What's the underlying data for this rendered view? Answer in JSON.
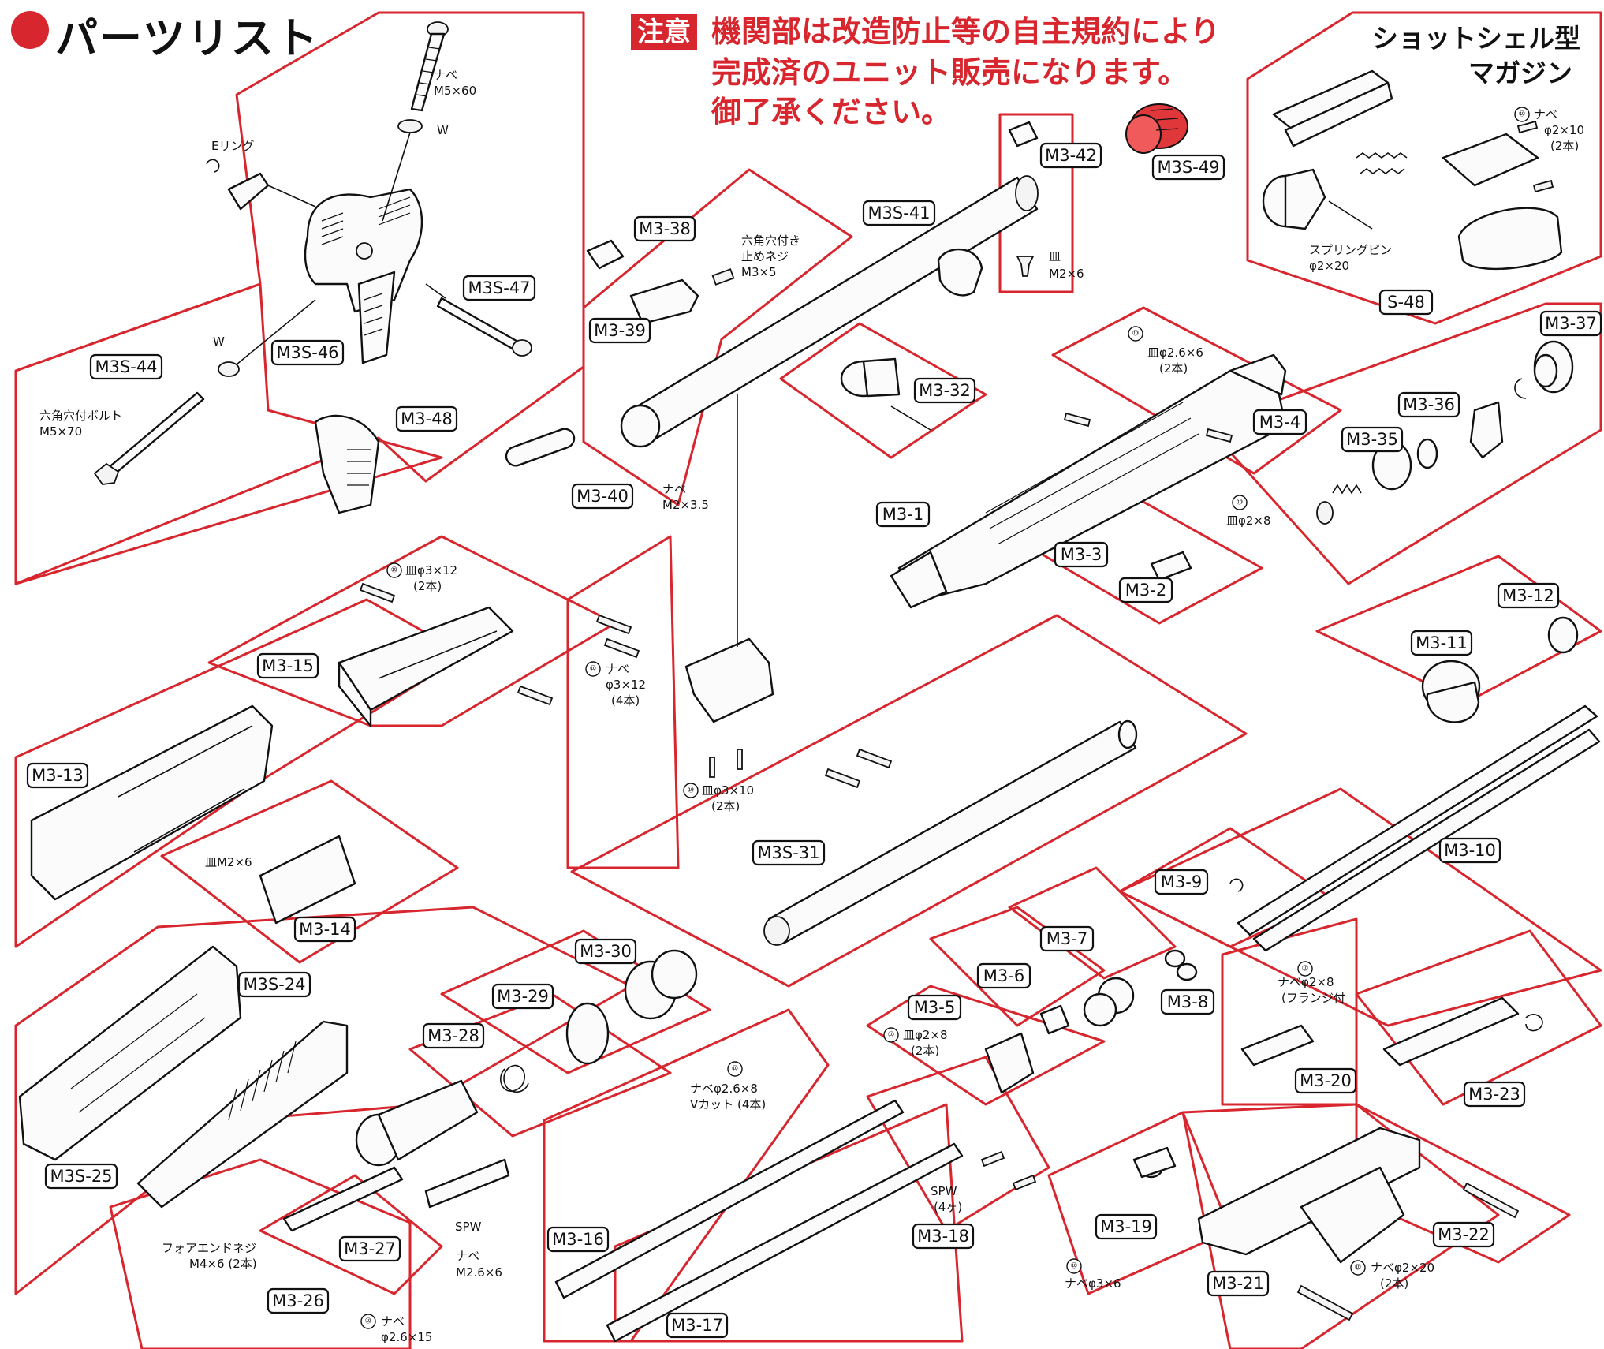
{
  "header": {
    "bullet_color": "#d8262e",
    "title": "パーツリスト"
  },
  "warning": {
    "badge": "注意",
    "badge_color": "#d8262e",
    "lines": [
      "機関部は改造防止等の自主規約により",
      "完成済のユニット販売になります。",
      "御了承ください。"
    ],
    "text_color": "#d8262e"
  },
  "magazine_title": [
    "ショットシェル型",
    "マガジン"
  ],
  "colors": {
    "region_outline": "#d8262e",
    "highlight_part": "#e0373a"
  },
  "part_labels": {
    "m3s_44": "M3S-44",
    "m3s_46": "M3S-46",
    "m3s_47": "M3S-47",
    "m3_48": "M3-48",
    "m3_38": "M3-38",
    "m3_39": "M3-39",
    "m3_40": "M3-40",
    "m3s_41": "M3S-41",
    "m3_42": "M3-42",
    "m3s_49": "M3S-49",
    "s_48": "S-48",
    "m3_37": "M3-37",
    "m3_36": "M3-36",
    "m3_35": "M3-35",
    "m3_32": "M3-32",
    "m3_4": "M3-4",
    "m3_1": "M3-1",
    "m3_3": "M3-3",
    "m3_2": "M3-2",
    "m3_15": "M3-15",
    "m3_13": "M3-13",
    "m3_14": "M3-14",
    "m3_12": "M3-12",
    "m3_11": "M3-11",
    "m3s_31": "M3S-31",
    "m3_10": "M3-10",
    "m3_9": "M3-9",
    "m3_8": "M3-8",
    "m3_7": "M3-7",
    "m3_6": "M3-6",
    "m3_5": "M3-5",
    "m3s_24": "M3S-24",
    "m3_30": "M3-30",
    "m3_29": "M3-29",
    "m3_28": "M3-28",
    "m3s_25": "M3S-25",
    "m3_27": "M3-27",
    "m3_26": "M3-26",
    "m3_16": "M3-16",
    "m3_17": "M3-17",
    "m3_18": "M3-18",
    "m3_19": "M3-19",
    "m3_20": "M3-20",
    "m3_21": "M3-21",
    "m3_22": "M3-22",
    "m3_23": "M3-23"
  },
  "notes": {
    "e_ring": "Eリング",
    "nabe_m5x60": [
      "ナベ",
      "M5×60"
    ],
    "w_top": "W",
    "w_left": "W",
    "hex_bolt_m5x70": [
      "六角穴付ボルト",
      "M5×70"
    ],
    "hex_set_screw_m3x5": [
      "六角穴付き",
      "止めネジ",
      "M3×5"
    ],
    "nabe_m2x3_5": [
      "ナベ",
      "M2×3.5"
    ],
    "sara_m2x6_top": [
      "皿",
      "M2×6"
    ],
    "sara_2_6x6": [
      "皿φ2.6×6",
      "(2本)"
    ],
    "sara_2x8": "皿φ2×8",
    "spring_pin": [
      "スプリングピン",
      "φ2×20"
    ],
    "nabe_2x10": [
      "ナベ",
      "φ2×10",
      "(2本)"
    ],
    "sara_3x12": [
      "皿φ3×12",
      "(2本)"
    ],
    "nabe_3x12": [
      "ナベ",
      "φ3×12",
      "(4本)"
    ],
    "sara_3x10": [
      "皿φ3×10",
      "(2本)"
    ],
    "sara_m2x6_mid": "皿M2×6",
    "nabe_2x8_flange": [
      "ナベφ2×8",
      "(フランジ付"
    ],
    "sara_2x8_2": [
      "皿φ2×8",
      "(2本)"
    ],
    "nabe_2_6x8": [
      "ナベφ2.6×8",
      "Vカット (4本)"
    ],
    "spw_4": [
      "SPW",
      "(4ヶ)"
    ],
    "spw": "SPW",
    "nabe_m2_6x6": [
      "ナベ",
      "M2.6×6"
    ],
    "foreend_screw": [
      "フォアエンドネジ",
      "M4×6 (2本)"
    ],
    "nabe_2_6x15": [
      "ナベ",
      "φ2.6×15"
    ],
    "nabe_3x6": "ナベφ3×6",
    "nabe_2x20": [
      "ナベφ2×20",
      "(2本)"
    ],
    "icon_glyph": "⑩"
  }
}
